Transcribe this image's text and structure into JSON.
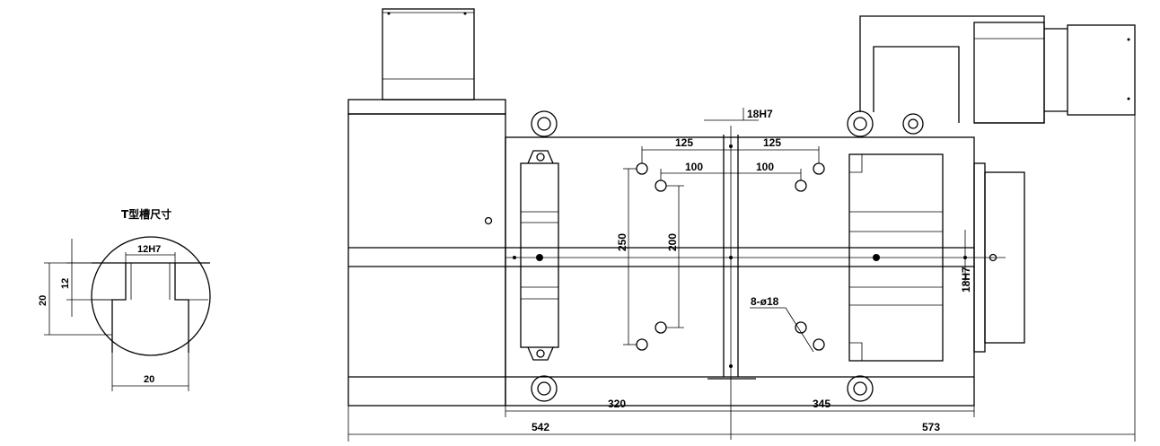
{
  "detail": {
    "title": "T型槽尺寸",
    "slot_width": "12H7",
    "head_height": "12",
    "total_depth": "20",
    "base_width": "20"
  },
  "main": {
    "dim_125_left": "125",
    "dim_125_right": "125",
    "dim_100_left": "100",
    "dim_100_right": "100",
    "dim_18h7_top": "18H7",
    "dim_18h7_right": "18H7",
    "dim_250": "250",
    "dim_200": "200",
    "holes_label": "8-ø18",
    "dim_320": "320",
    "dim_345": "345",
    "dim_542": "542",
    "dim_573": "573"
  }
}
